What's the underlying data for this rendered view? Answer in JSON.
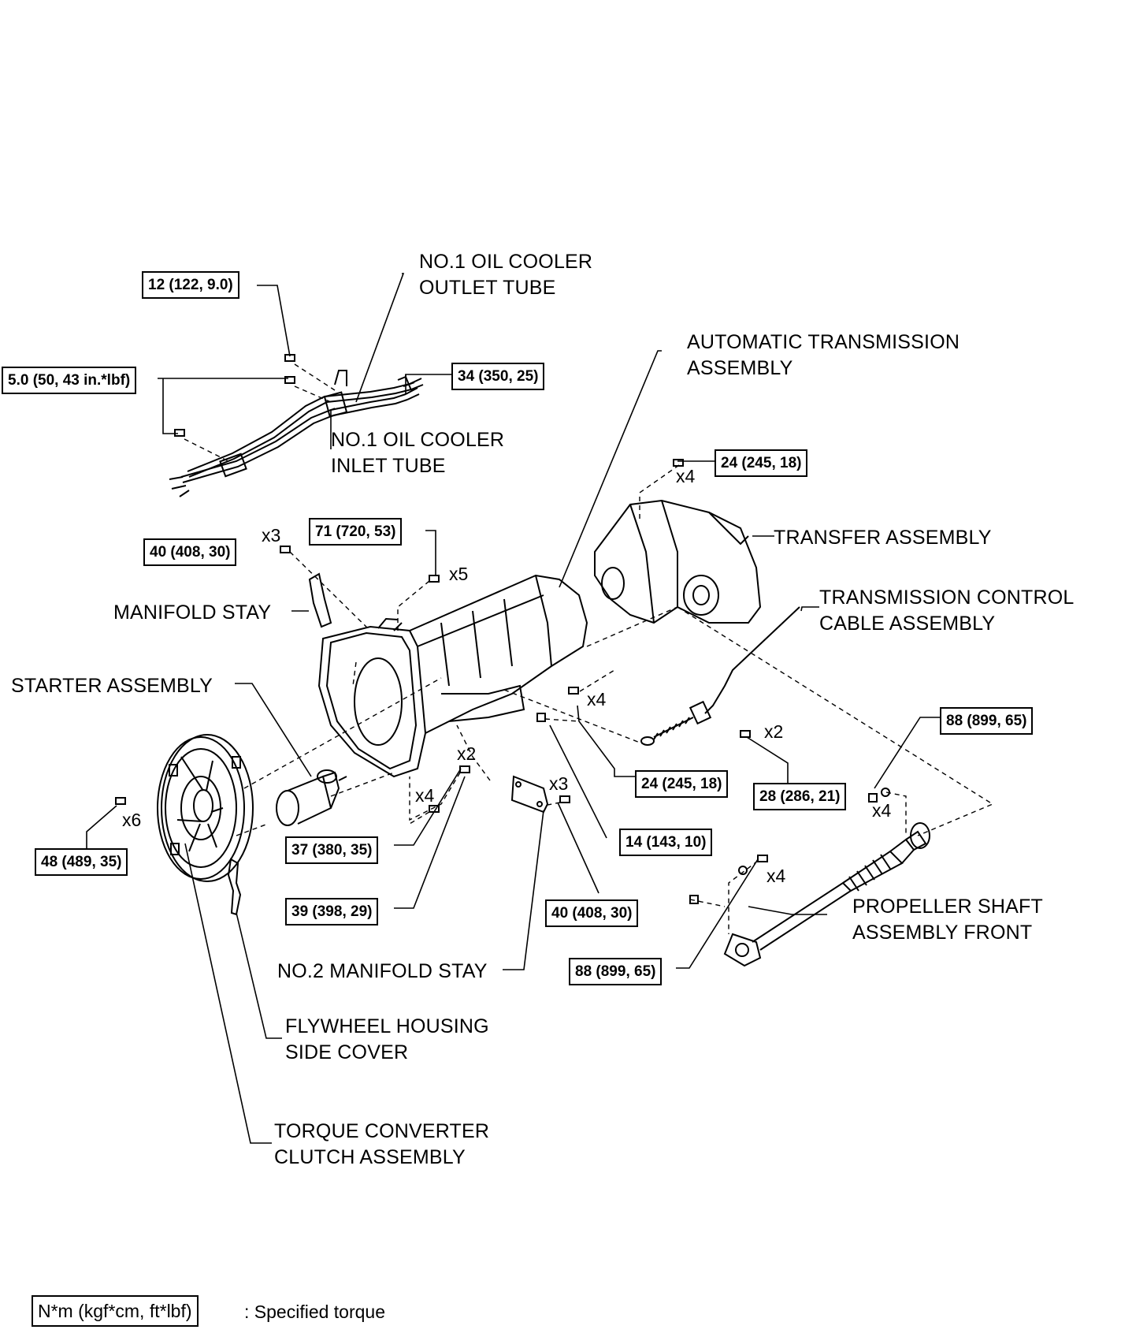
{
  "labels": {
    "oil_cooler_outlet_1": "NO.1 OIL COOLER",
    "oil_cooler_outlet_2": "OUTLET TUBE",
    "oil_cooler_inlet_1": "NO.1 OIL COOLER",
    "oil_cooler_inlet_2": "INLET TUBE",
    "auto_trans_1": "AUTOMATIC TRANSMISSION",
    "auto_trans_2": "ASSEMBLY",
    "transfer": "TRANSFER ASSEMBLY",
    "trans_control_1": "TRANSMISSION CONTROL",
    "trans_control_2": "CABLE ASSEMBLY",
    "manifold_stay": "MANIFOLD STAY",
    "starter": "STARTER ASSEMBLY",
    "no2_manifold_stay": "NO.2 MANIFOLD STAY",
    "flywheel_1": "FLYWHEEL HOUSING",
    "flywheel_2": "SIDE COVER",
    "torque_conv_1": "TORQUE CONVERTER",
    "torque_conv_2": "CLUTCH ASSEMBLY",
    "propeller_1": "PROPELLER SHAFT",
    "propeller_2": "ASSEMBLY FRONT"
  },
  "torques": {
    "t12": "12 (122, 9.0)",
    "t5": "5.0 (50, 43 in.*lbf)",
    "t34": "34 (350, 25)",
    "t24_top": "24 (245, 18)",
    "t71": "71 (720, 53)",
    "t40_left": "40 (408, 30)",
    "t88_right": "88 (899, 65)",
    "t24_mid": "24 (245, 18)",
    "t28": "28 (286, 21)",
    "t14": "14 (143, 10)",
    "t37": "37 (380, 35)",
    "t48": "48 (489, 35)",
    "t39": "39 (398, 29)",
    "t40_mid": "40 (408, 30)",
    "t88_bottom": "88 (899, 65)"
  },
  "counts": {
    "c_x4_top": "x4",
    "c_x3": "x3",
    "c_x5": "x5",
    "c_x4_mid": "x4",
    "c_x2_right": "x2",
    "c_x2_mid": "x2",
    "c_x4_left": "x4",
    "c_x3_mid": "x3",
    "c_x6": "x6",
    "c_x4_prop": "x4",
    "c_x4_prop2": "x4"
  },
  "legend": {
    "unit": "N*m (kgf*cm, ft*lbf)",
    "text": ": Specified torque"
  }
}
